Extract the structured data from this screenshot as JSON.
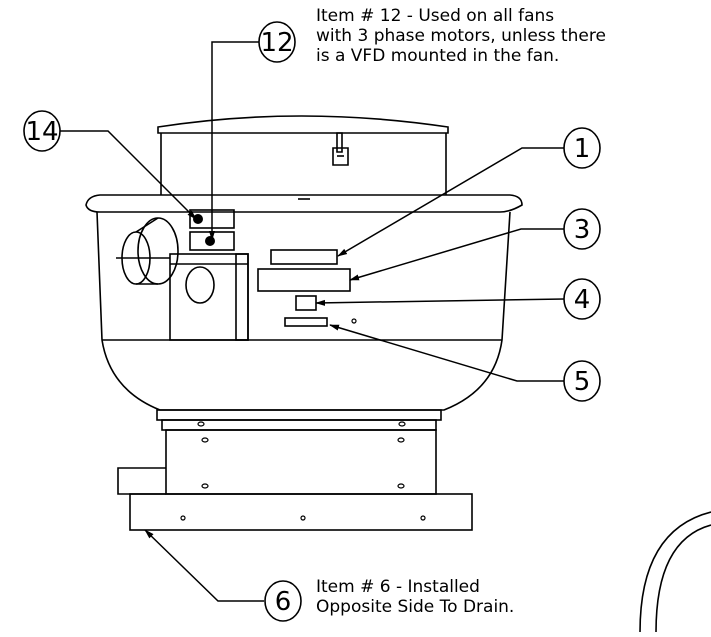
{
  "callouts": [
    {
      "number": "12"
    },
    {
      "number": "14"
    },
    {
      "number": "1"
    },
    {
      "number": "3"
    },
    {
      "number": "4"
    },
    {
      "number": "5"
    },
    {
      "number": "6"
    }
  ],
  "notes": {
    "item12": [
      "Item # 12 - Used on all fans",
      "with 3 phase motors, unless there",
      "is a VFD mounted in the fan."
    ],
    "item6": [
      "Item # 6 - Installed",
      "Opposite Side To Drain."
    ]
  }
}
